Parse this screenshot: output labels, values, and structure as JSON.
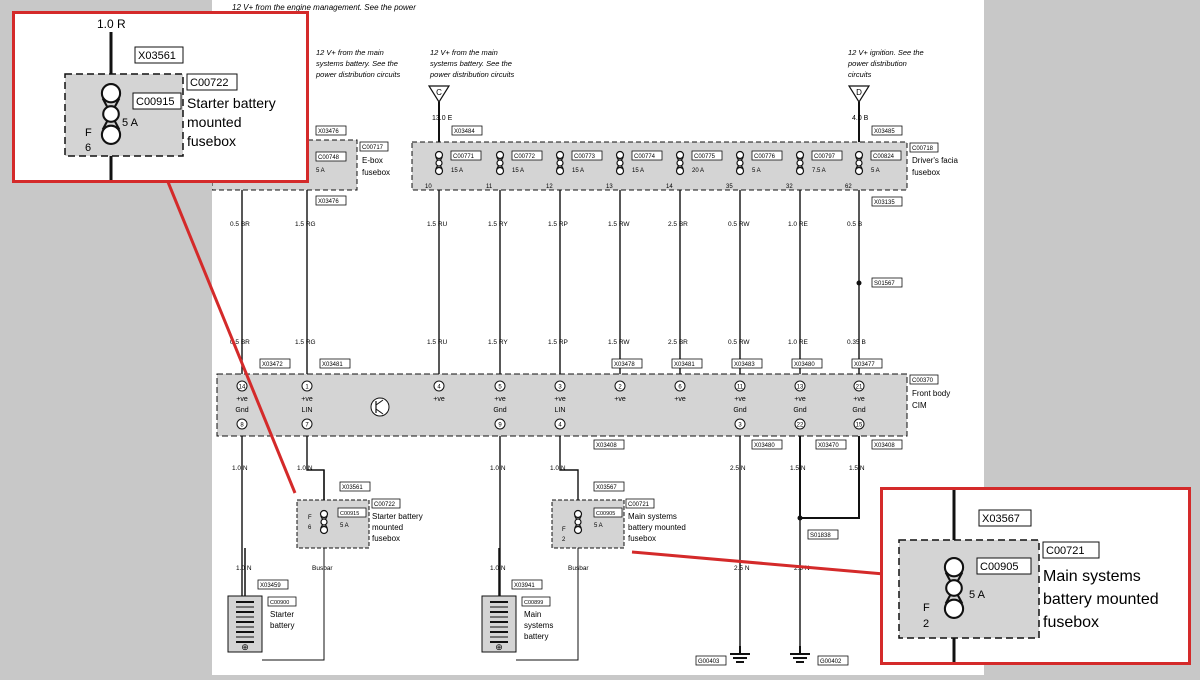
{
  "top_note": "12 V+ from the engine management. See the power",
  "supply_notes": {
    "left": [
      "12 V+ from the main",
      "systems battery. See the",
      "power distribution circuits"
    ],
    "center": [
      "12 V+ from the main",
      "systems battery. See the",
      "power distribution circuits"
    ],
    "right": [
      "12 V+ ignition. See the",
      "power distribution",
      "circuits"
    ]
  },
  "supply_letters": {
    "c": "C",
    "d": "D"
  },
  "wires": {
    "top": [
      "0.5 BR",
      "1.5 RG",
      "1.5 RU",
      "1.5 RY",
      "1.5 RP",
      "1.5 RW",
      "2.5 BR",
      "0.5 RW",
      "1.0 RE",
      "0.5 B"
    ],
    "mid": [
      "0.5 BR",
      "1.5 RG",
      "1.5 RU",
      "1.5 RY",
      "1.5 RP",
      "1.5 RW",
      "2.5 BR",
      "0.5 RW",
      "1.0 RE",
      "0.35 B"
    ],
    "lower": [
      "1.0 N",
      "1.0 N",
      "1.0 N",
      "1.0 N",
      "2.5 N",
      "1.5 N",
      "1.5 N"
    ],
    "bottom": [
      "1.0 N",
      "Busbar",
      "1.0 N",
      "Busbar",
      "2.5 N",
      "2.5 N"
    ],
    "e_label": "13.0 E",
    "b_label": "4.0 B"
  },
  "ebox": {
    "id": "C00717",
    "name": [
      "E-box",
      "fusebox"
    ],
    "fuse": "C00748",
    "amp": "5 A",
    "conn_top": "X03476",
    "conn_bottom": "X03476"
  },
  "facia": {
    "id": "C00718",
    "name": [
      "Driver's facia",
      "fusebox"
    ],
    "conn_top": "X03484",
    "conn_right": "X03485",
    "conn_bottom": "X03135",
    "fuses": [
      {
        "id": "C00771",
        "amp": "15 A",
        "pin": "10"
      },
      {
        "id": "C00772",
        "amp": "15 A",
        "pin": "11"
      },
      {
        "id": "C00773",
        "amp": "15 A",
        "pin": "12"
      },
      {
        "id": "C00774",
        "amp": "15 A",
        "pin": "13"
      },
      {
        "id": "C00775",
        "amp": "20 A",
        "pin": "14"
      },
      {
        "id": "C00776",
        "amp": "5 A",
        "pin": "35"
      },
      {
        "id": "C00797",
        "amp": "7.5 A",
        "pin": "32"
      },
      {
        "id": "C00824",
        "amp": "5 A",
        "pin": "62"
      }
    ]
  },
  "splice_top": "S01567",
  "cim": {
    "id": "C00370",
    "name": [
      "Front body",
      "CIM"
    ],
    "conns_top": [
      "X03472",
      "X03481",
      "X03478",
      "X03481",
      "X03483",
      "X03480",
      "X03477"
    ],
    "conns_bottom": [
      "X03408",
      "X03480",
      "X03470",
      "X03408"
    ],
    "top_pins": [
      "14",
      "1",
      "4",
      "5",
      "3",
      "2",
      "6",
      "11",
      "13",
      "21"
    ],
    "bottom_pins": [
      "8",
      "7",
      "9",
      "4",
      "3",
      "22",
      "15"
    ],
    "row1": [
      "+ve",
      "+ve",
      "+ve",
      "+ve",
      "+ve",
      "+ve",
      "+ve",
      "+ve",
      "+ve",
      "+ve"
    ],
    "row2": [
      "Gnd",
      "LIN",
      "Gnd",
      "LIN",
      "Gnd",
      "Gnd",
      "Gnd"
    ]
  },
  "fusebox_starter": {
    "conn": "X03561",
    "id": "C00722",
    "fuse": "C00915",
    "amp": "5 A",
    "f": "F",
    "fnum": "6",
    "name": [
      "Starter battery",
      "mounted",
      "fusebox"
    ]
  },
  "fusebox_main": {
    "conn": "X03567",
    "id": "C00721",
    "fuse": "C00905",
    "amp": "5 A",
    "f": "F",
    "fnum": "2",
    "name": [
      "Main systems",
      "battery mounted",
      "fusebox"
    ]
  },
  "battery_starter": {
    "conn": "X03459",
    "id": "C00900",
    "name": [
      "Starter",
      "battery"
    ]
  },
  "battery_main": {
    "conn": "X03941",
    "id": "C00899",
    "name": [
      "Main",
      "systems",
      "battery"
    ]
  },
  "splice_bottom": "S01838",
  "grounds": [
    "G00403",
    "G00402"
  ],
  "zoom_left": {
    "wire": "1.0 R",
    "conn": "X03561",
    "id": "C00722",
    "fuse": "C00915",
    "amp": "5 A",
    "f": "F",
    "fnum": "6",
    "name": [
      "Starter battery",
      "mounted",
      "fusebox"
    ]
  },
  "zoom_right": {
    "conn": "X03567",
    "id": "C00721",
    "fuse": "C00905",
    "amp": "5 A",
    "f": "F",
    "fnum": "2",
    "name": [
      "Main systems",
      "battery mounted",
      "fusebox"
    ]
  },
  "colors": {
    "callout": "#d42a2a",
    "module_fill": "#d4d4d4",
    "background": "#c8c8c8"
  }
}
